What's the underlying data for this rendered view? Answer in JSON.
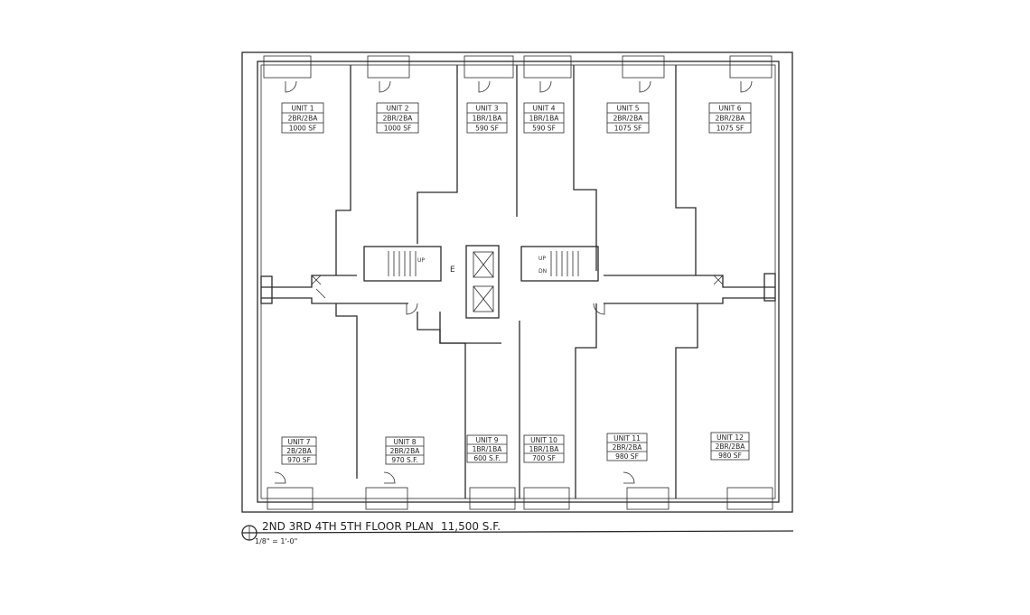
{
  "units_top": [
    {
      "name": "UNIT 1",
      "type": "2BR/2BA",
      "area": "1000 SF"
    },
    {
      "name": "UNIT 2",
      "type": "2BR/2BA",
      "area": "1000 SF"
    },
    {
      "name": "UNIT 3",
      "type": "1BR/1BA",
      "area": "590 SF"
    },
    {
      "name": "UNIT 4",
      "type": "1BR/1BA",
      "area": "590 SF"
    },
    {
      "name": "UNIT 5",
      "type": "2BR/2BA",
      "area": "1075 SF"
    },
    {
      "name": "UNIT 6",
      "type": "2BR/2BA",
      "area": "1075 SF"
    }
  ],
  "units_bottom": [
    {
      "name": "UNIT 7",
      "type": "2B/2BA",
      "area": "970 SF"
    },
    {
      "name": "UNIT 8",
      "type": "2BR/2BA",
      "area": "970 S.F."
    },
    {
      "name": "UNIT 9",
      "type": "1BR/1BA",
      "area": "600 S.F."
    },
    {
      "name": "UNIT 10",
      "type": "1BR/1BA",
      "area": "700 SF"
    },
    {
      "name": "UNIT 11",
      "type": "2BR/2BA",
      "area": "980 SF"
    },
    {
      "name": "UNIT 12",
      "type": "2BR/2BA",
      "area": "980 SF"
    }
  ],
  "core": {
    "elevator_room": "E",
    "stair_up": "UP",
    "stair_down": "DN"
  },
  "title": {
    "text": "2ND 3RD 4TH 5TH FLOOR PLAN",
    "area": "11,500 S.F.",
    "scale": "1/8\" = 1'-0\""
  }
}
